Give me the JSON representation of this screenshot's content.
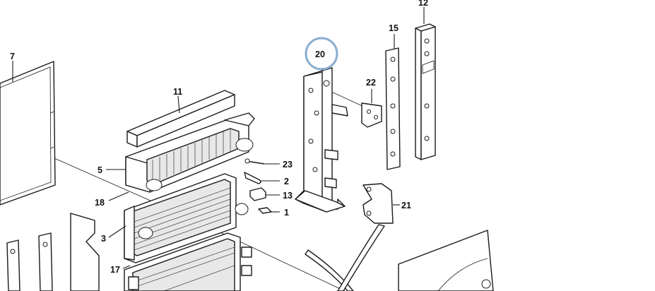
{
  "diagram": {
    "highlight_color": "#8aaed0",
    "callouts": [
      {
        "id": "7",
        "text": "7"
      },
      {
        "id": "11",
        "text": "11"
      },
      {
        "id": "5",
        "text": "5"
      },
      {
        "id": "18",
        "text": "18"
      },
      {
        "id": "3",
        "text": "3"
      },
      {
        "id": "17",
        "text": "17"
      },
      {
        "id": "20",
        "text": "20",
        "highlighted": true
      },
      {
        "id": "22",
        "text": "22"
      },
      {
        "id": "15",
        "text": "15"
      },
      {
        "id": "12",
        "text": "12"
      },
      {
        "id": "23",
        "text": "23"
      },
      {
        "id": "2",
        "text": "2"
      },
      {
        "id": "13",
        "text": "13"
      },
      {
        "id": "1",
        "text": "1"
      },
      {
        "id": "21",
        "text": "21"
      }
    ]
  }
}
